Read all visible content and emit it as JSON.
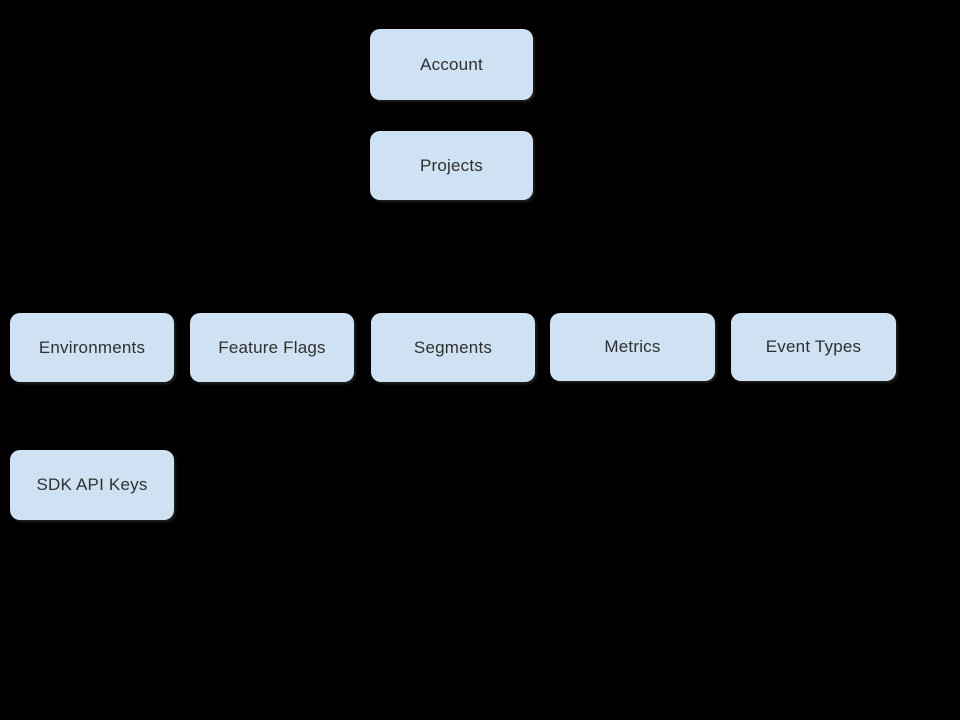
{
  "diagram": {
    "background_color": "#000000",
    "node_fill_color": "#cfe2f3",
    "node_text_color": "#2f2f2f",
    "nodes": [
      {
        "id": "account",
        "label": "Account"
      },
      {
        "id": "projects",
        "label": "Projects"
      },
      {
        "id": "environments",
        "label": "Environments"
      },
      {
        "id": "feature-flags",
        "label": "Feature Flags"
      },
      {
        "id": "segments",
        "label": "Segments"
      },
      {
        "id": "metrics",
        "label": "Metrics"
      },
      {
        "id": "event-types",
        "label": "Event Types"
      },
      {
        "id": "sdk-api-keys",
        "label": "SDK API Keys"
      }
    ]
  }
}
